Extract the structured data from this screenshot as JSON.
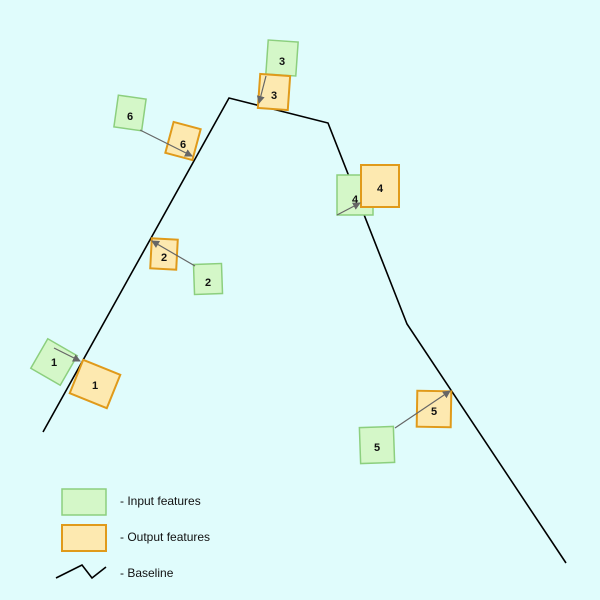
{
  "colors": {
    "background": "#e0fcfc",
    "input_fill": "#d4f7c8",
    "input_stroke": "#8ccf7e",
    "output_fill": "#fde9b0",
    "output_stroke": "#e09a1a",
    "baseline": "#000000",
    "arrow": "#666666"
  },
  "features": [
    {
      "id": "1",
      "input_label": "1",
      "output_label": "1"
    },
    {
      "id": "2",
      "input_label": "2",
      "output_label": "2"
    },
    {
      "id": "3",
      "input_label": "3",
      "output_label": "3"
    },
    {
      "id": "4",
      "input_label": "4",
      "output_label": "4"
    },
    {
      "id": "5",
      "input_label": "5",
      "output_label": "5"
    },
    {
      "id": "6",
      "input_label": "6",
      "output_label": "6"
    }
  ],
  "legend": {
    "input": "- Input features",
    "output": "- Output features",
    "baseline": "- Baseline"
  }
}
